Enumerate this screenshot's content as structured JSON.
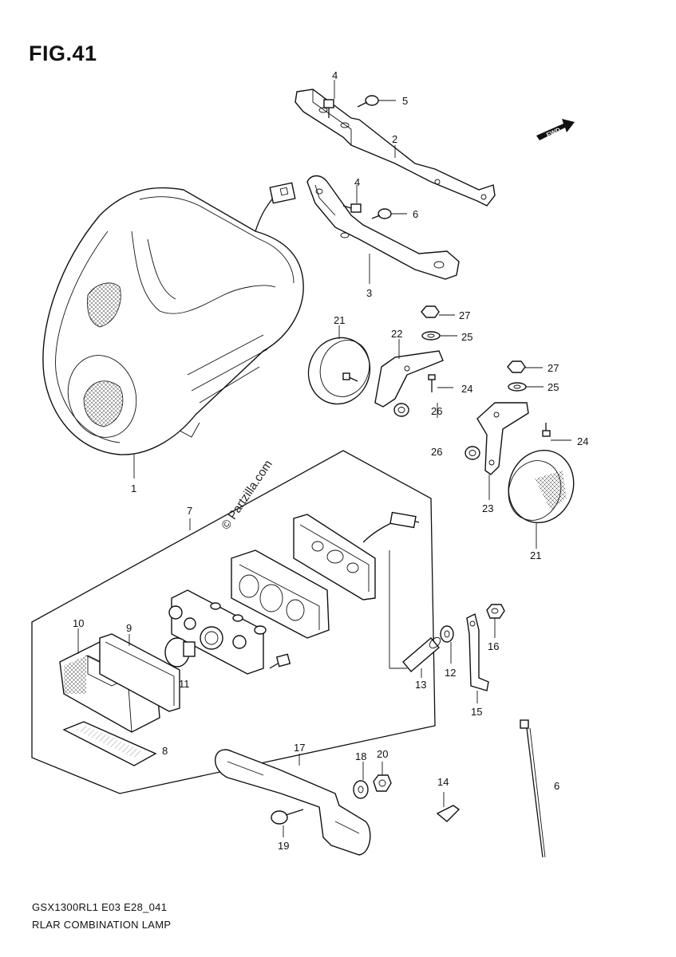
{
  "figure": {
    "title": "FIG.41",
    "code": "GSX1300RL1 E03 E28_041",
    "name": "RLAR COMBINATION LAMP",
    "watermark": "© Partzilla.com",
    "fwd_label": "FWD"
  },
  "callouts": [
    {
      "id": "c1",
      "text": "1"
    },
    {
      "id": "c2",
      "text": "2"
    },
    {
      "id": "c3",
      "text": "3"
    },
    {
      "id": "c4a",
      "text": "4"
    },
    {
      "id": "c4b",
      "text": "4"
    },
    {
      "id": "c5",
      "text": "5"
    },
    {
      "id": "c6a",
      "text": "6"
    },
    {
      "id": "c6b",
      "text": "6"
    },
    {
      "id": "c7",
      "text": "7"
    },
    {
      "id": "c8",
      "text": "8"
    },
    {
      "id": "c9",
      "text": "9"
    },
    {
      "id": "c10",
      "text": "10"
    },
    {
      "id": "c11",
      "text": "11"
    },
    {
      "id": "c12",
      "text": "12"
    },
    {
      "id": "c13",
      "text": "13"
    },
    {
      "id": "c14",
      "text": "14"
    },
    {
      "id": "c15",
      "text": "15"
    },
    {
      "id": "c16",
      "text": "16"
    },
    {
      "id": "c17",
      "text": "17"
    },
    {
      "id": "c18",
      "text": "18"
    },
    {
      "id": "c19",
      "text": "19"
    },
    {
      "id": "c20",
      "text": "20"
    },
    {
      "id": "c21a",
      "text": "21"
    },
    {
      "id": "c21b",
      "text": "21"
    },
    {
      "id": "c22",
      "text": "22"
    },
    {
      "id": "c23",
      "text": "23"
    },
    {
      "id": "c24a",
      "text": "24"
    },
    {
      "id": "c24b",
      "text": "24"
    },
    {
      "id": "c25a",
      "text": "25"
    },
    {
      "id": "c25b",
      "text": "25"
    },
    {
      "id": "c26a",
      "text": "26"
    },
    {
      "id": "c26b",
      "text": "26"
    },
    {
      "id": "c27a",
      "text": "27"
    },
    {
      "id": "c27b",
      "text": "27"
    }
  ]
}
